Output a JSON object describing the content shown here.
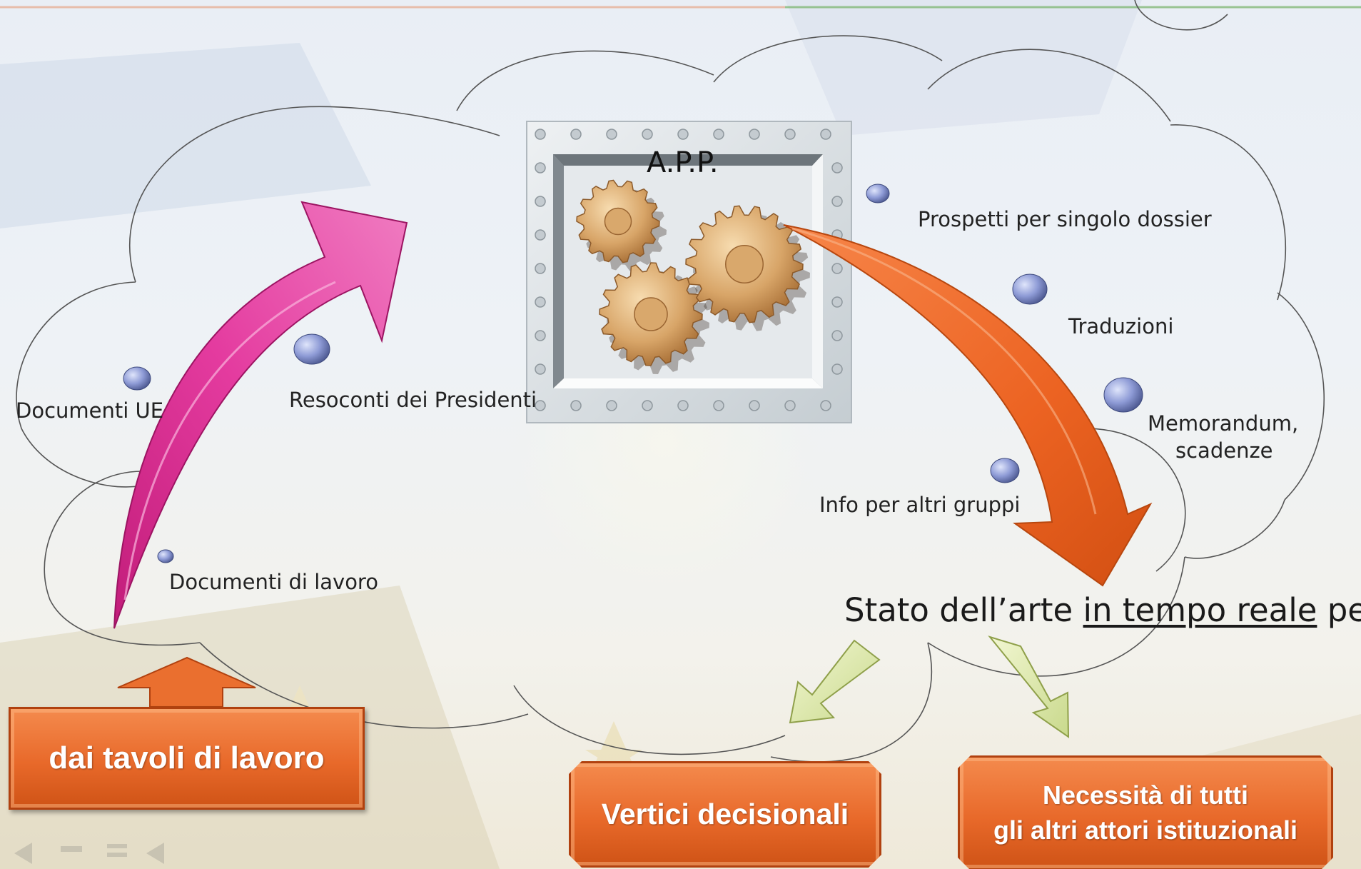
{
  "diagram": {
    "center_label": "A.P.P.",
    "inputs": [
      {
        "label": "Documenti UE"
      },
      {
        "label": "Resoconti dei Presidenti"
      },
      {
        "label": "Documenti di lavoro"
      }
    ],
    "outputs": [
      {
        "label": "Prospetti per singolo dossier"
      },
      {
        "label": "Traduzioni"
      },
      {
        "label": "Memorandum,"
      },
      {
        "label": "scadenze"
      },
      {
        "label": "Info per altri gruppi"
      }
    ],
    "status_text": {
      "prefix": "Stato dell’arte ",
      "emphasis": "in tempo reale",
      "suffix": " per"
    },
    "source_box": "dai tavoli di lavoro",
    "target_boxes": [
      {
        "label": "Vertici decisionali"
      },
      {
        "line1": "Necessità di tutti",
        "line2": "gli altri attori istituzionali"
      }
    ]
  },
  "colors": {
    "input_arrow": "#e0359a",
    "output_arrow": "#ee6a22",
    "box_fill": "#e8692a",
    "small_arrows": "#dfeab0",
    "bullets": "#7f8fc8"
  }
}
